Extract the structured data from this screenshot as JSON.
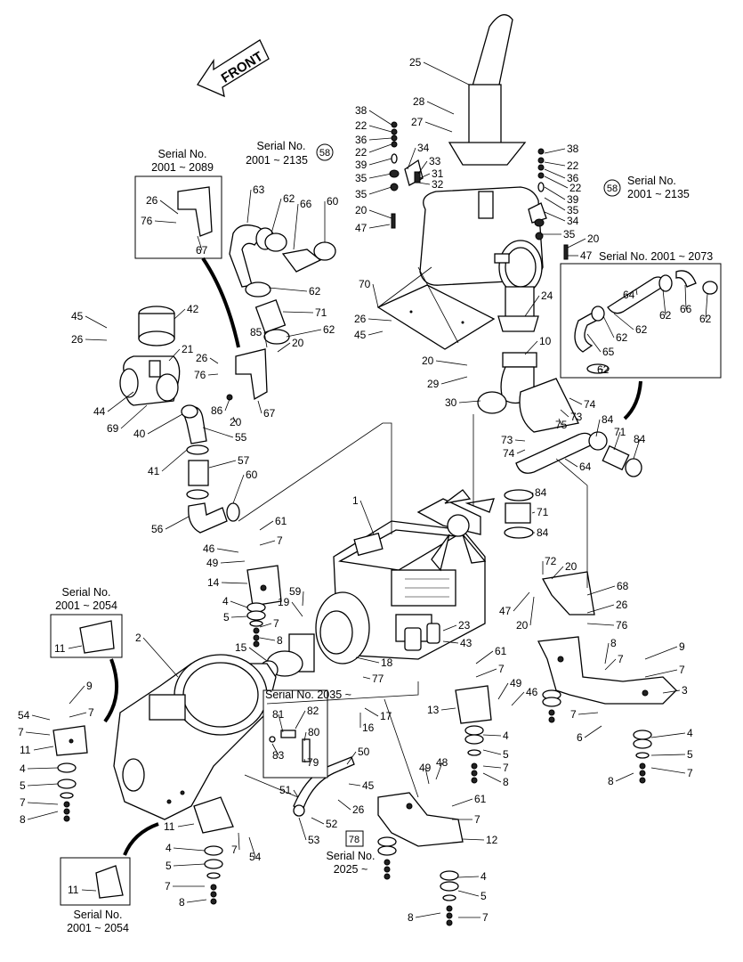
{
  "front_label": "FRONT",
  "serial_notes": {
    "s2001_2089": [
      "Serial No.",
      "2001 ~ 2089"
    ],
    "s2001_2135_top": [
      "Serial No.",
      "2001 ~ 2135"
    ],
    "s2001_2135_right": [
      "Serial No.",
      "2001 ~ 2135"
    ],
    "s2001_2073": "Serial No. 2001 ~ 2073",
    "s2001_2054_left": [
      "Serial No.",
      "2001 ~ 2054"
    ],
    "s2001_2054_bottom": [
      "Serial No.",
      "2001 ~ 2054"
    ],
    "s2035": "Serial No. 2035 ~",
    "s2025": [
      "Serial No.",
      "2025 ~"
    ]
  },
  "callout_refs": {
    "circled": "58",
    "boxed": "78"
  },
  "part_labels": [
    {
      "id": "p25a",
      "t": "25"
    },
    {
      "id": "p28",
      "t": "28"
    },
    {
      "id": "p27",
      "t": "27"
    },
    {
      "id": "p38a",
      "t": "38"
    },
    {
      "id": "p22a",
      "t": "22"
    },
    {
      "id": "p36a",
      "t": "36"
    },
    {
      "id": "p22b",
      "t": "22"
    },
    {
      "id": "p39a",
      "t": "39"
    },
    {
      "id": "p34a",
      "t": "34"
    },
    {
      "id": "p33",
      "t": "33"
    },
    {
      "id": "p31",
      "t": "31"
    },
    {
      "id": "p32",
      "t": "32"
    },
    {
      "id": "p35a",
      "t": "35"
    },
    {
      "id": "p35b",
      "t": "35"
    },
    {
      "id": "p20a",
      "t": "20"
    },
    {
      "id": "p47a",
      "t": "47"
    },
    {
      "id": "p38b",
      "t": "38"
    },
    {
      "id": "p22c",
      "t": "22"
    },
    {
      "id": "p36b",
      "t": "36"
    },
    {
      "id": "p22d",
      "t": "22"
    },
    {
      "id": "p39b",
      "t": "39"
    },
    {
      "id": "p35c",
      "t": "35"
    },
    {
      "id": "p34b",
      "t": "34"
    },
    {
      "id": "p35d",
      "t": "35"
    },
    {
      "id": "p20b",
      "t": "20"
    },
    {
      "id": "p47b",
      "t": "47"
    },
    {
      "id": "p26a",
      "t": "26"
    },
    {
      "id": "p76a",
      "t": "76"
    },
    {
      "id": "p67a",
      "t": "67"
    },
    {
      "id": "p63",
      "t": "63"
    },
    {
      "id": "p62a",
      "t": "62"
    },
    {
      "id": "p66a",
      "t": "66"
    },
    {
      "id": "p60a",
      "t": "60"
    },
    {
      "id": "p62b",
      "t": "62"
    },
    {
      "id": "p71a",
      "t": "71"
    },
    {
      "id": "p62c",
      "t": "62"
    },
    {
      "id": "p85",
      "t": "85"
    },
    {
      "id": "p20c",
      "t": "20"
    },
    {
      "id": "p45a",
      "t": "45"
    },
    {
      "id": "p42",
      "t": "42"
    },
    {
      "id": "p26b",
      "t": "26"
    },
    {
      "id": "p21",
      "t": "21"
    },
    {
      "id": "p26c",
      "t": "26"
    },
    {
      "id": "p76b",
      "t": "76"
    },
    {
      "id": "p86",
      "t": "86"
    },
    {
      "id": "p20d",
      "t": "20"
    },
    {
      "id": "p67b",
      "t": "67"
    },
    {
      "id": "p44",
      "t": "44"
    },
    {
      "id": "p69",
      "t": "69"
    },
    {
      "id": "p40",
      "t": "40"
    },
    {
      "id": "p55",
      "t": "55"
    },
    {
      "id": "p70",
      "t": "70"
    },
    {
      "id": "p26d",
      "t": "26"
    },
    {
      "id": "p45b",
      "t": "45"
    },
    {
      "id": "p24",
      "t": "24"
    },
    {
      "id": "p10",
      "t": "10"
    },
    {
      "id": "p20e",
      "t": "20"
    },
    {
      "id": "p29",
      "t": "29"
    },
    {
      "id": "p30",
      "t": "30"
    },
    {
      "id": "p75",
      "t": "75"
    },
    {
      "id": "p74a",
      "t": "74"
    },
    {
      "id": "p73a",
      "t": "73"
    },
    {
      "id": "p64a",
      "t": "64"
    },
    {
      "id": "p62d",
      "t": "62"
    },
    {
      "id": "p66b",
      "t": "66"
    },
    {
      "id": "p62e",
      "t": "62"
    },
    {
      "id": "p62f",
      "t": "62"
    },
    {
      "id": "p65",
      "t": "65"
    },
    {
      "id": "p62g",
      "t": "62"
    },
    {
      "id": "p62h",
      "t": "62"
    },
    {
      "id": "p73b",
      "t": "73"
    },
    {
      "id": "p74b",
      "t": "74"
    },
    {
      "id": "p84a",
      "t": "84"
    },
    {
      "id": "p71b",
      "t": "71"
    },
    {
      "id": "p84b",
      "t": "84"
    },
    {
      "id": "p64b",
      "t": "64"
    },
    {
      "id": "p41",
      "t": "41"
    },
    {
      "id": "p57",
      "t": "57"
    },
    {
      "id": "p60b",
      "t": "60"
    },
    {
      "id": "p56",
      "t": "56"
    },
    {
      "id": "p84c",
      "t": "84"
    },
    {
      "id": "p71c",
      "t": "71"
    },
    {
      "id": "p84d",
      "t": "84"
    },
    {
      "id": "p1",
      "t": "1"
    },
    {
      "id": "p61a",
      "t": "61"
    },
    {
      "id": "p7a",
      "t": "7"
    },
    {
      "id": "p46a",
      "t": "46"
    },
    {
      "id": "p49a",
      "t": "49"
    },
    {
      "id": "p14",
      "t": "14"
    },
    {
      "id": "p4a",
      "t": "4"
    },
    {
      "id": "p5a",
      "t": "5"
    },
    {
      "id": "p7b",
      "t": "7"
    },
    {
      "id": "p8a",
      "t": "8"
    },
    {
      "id": "p59",
      "t": "59"
    },
    {
      "id": "p19",
      "t": "19"
    },
    {
      "id": "p72",
      "t": "72"
    },
    {
      "id": "p20f",
      "t": "20"
    },
    {
      "id": "p68",
      "t": "68"
    },
    {
      "id": "p47c",
      "t": "47"
    },
    {
      "id": "p20g",
      "t": "20"
    },
    {
      "id": "p26e",
      "t": "26"
    },
    {
      "id": "p76c",
      "t": "76"
    },
    {
      "id": "p11a",
      "t": "11"
    },
    {
      "id": "p2",
      "t": "2"
    },
    {
      "id": "p15",
      "t": "15"
    },
    {
      "id": "p18",
      "t": "18"
    },
    {
      "id": "p23",
      "t": "23"
    },
    {
      "id": "p43",
      "t": "43"
    },
    {
      "id": "p77",
      "t": "77"
    },
    {
      "id": "p61b",
      "t": "61"
    },
    {
      "id": "p7c",
      "t": "7"
    },
    {
      "id": "p49b",
      "t": "49"
    },
    {
      "id": "p46b",
      "t": "46"
    },
    {
      "id": "p13",
      "t": "13"
    },
    {
      "id": "p8b",
      "t": "8"
    },
    {
      "id": "p7d",
      "t": "7"
    },
    {
      "id": "p9a",
      "t": "9"
    },
    {
      "id": "p7e",
      "t": "7"
    },
    {
      "id": "p3",
      "t": "3"
    },
    {
      "id": "p7f",
      "t": "7"
    },
    {
      "id": "p6",
      "t": "6"
    },
    {
      "id": "p9b",
      "t": "9"
    },
    {
      "id": "p54a",
      "t": "54"
    },
    {
      "id": "p7g",
      "t": "7"
    },
    {
      "id": "p7h",
      "t": "7"
    },
    {
      "id": "p11b",
      "t": "11"
    },
    {
      "id": "p4b",
      "t": "4"
    },
    {
      "id": "p5b",
      "t": "5"
    },
    {
      "id": "p7i",
      "t": "7"
    },
    {
      "id": "p8c",
      "t": "8"
    },
    {
      "id": "p17",
      "t": "17"
    },
    {
      "id": "p16",
      "t": "16"
    },
    {
      "id": "p81",
      "t": "81"
    },
    {
      "id": "p82",
      "t": "82"
    },
    {
      "id": "p80",
      "t": "80"
    },
    {
      "id": "p83",
      "t": "83"
    },
    {
      "id": "p79",
      "t": "79"
    },
    {
      "id": "p4c",
      "t": "4"
    },
    {
      "id": "p5c",
      "t": "5"
    },
    {
      "id": "p7j",
      "t": "7"
    },
    {
      "id": "p8d",
      "t": "8"
    },
    {
      "id": "p4d",
      "t": "4"
    },
    {
      "id": "p5d",
      "t": "5"
    },
    {
      "id": "p7k",
      "t": "7"
    },
    {
      "id": "p8e",
      "t": "8"
    },
    {
      "id": "p50",
      "t": "50"
    },
    {
      "id": "p51",
      "t": "51"
    },
    {
      "id": "p45c",
      "t": "45"
    },
    {
      "id": "p26f",
      "t": "26"
    },
    {
      "id": "p52",
      "t": "52"
    },
    {
      "id": "p53",
      "t": "53"
    },
    {
      "id": "p49c",
      "t": "49"
    },
    {
      "id": "p48",
      "t": "48"
    },
    {
      "id": "p61c",
      "t": "61"
    },
    {
      "id": "p7l",
      "t": "7"
    },
    {
      "id": "p12",
      "t": "12"
    },
    {
      "id": "p11c",
      "t": "11"
    },
    {
      "id": "p7m",
      "t": "7"
    },
    {
      "id": "p54b",
      "t": "54"
    },
    {
      "id": "p4e",
      "t": "4"
    },
    {
      "id": "p5e",
      "t": "5"
    },
    {
      "id": "p7n",
      "t": "7"
    },
    {
      "id": "p8f",
      "t": "8"
    },
    {
      "id": "p11d",
      "t": "11"
    },
    {
      "id": "p4f",
      "t": "4"
    },
    {
      "id": "p5f",
      "t": "5"
    },
    {
      "id": "p8g",
      "t": "8"
    },
    {
      "id": "p7o",
      "t": "7"
    }
  ]
}
